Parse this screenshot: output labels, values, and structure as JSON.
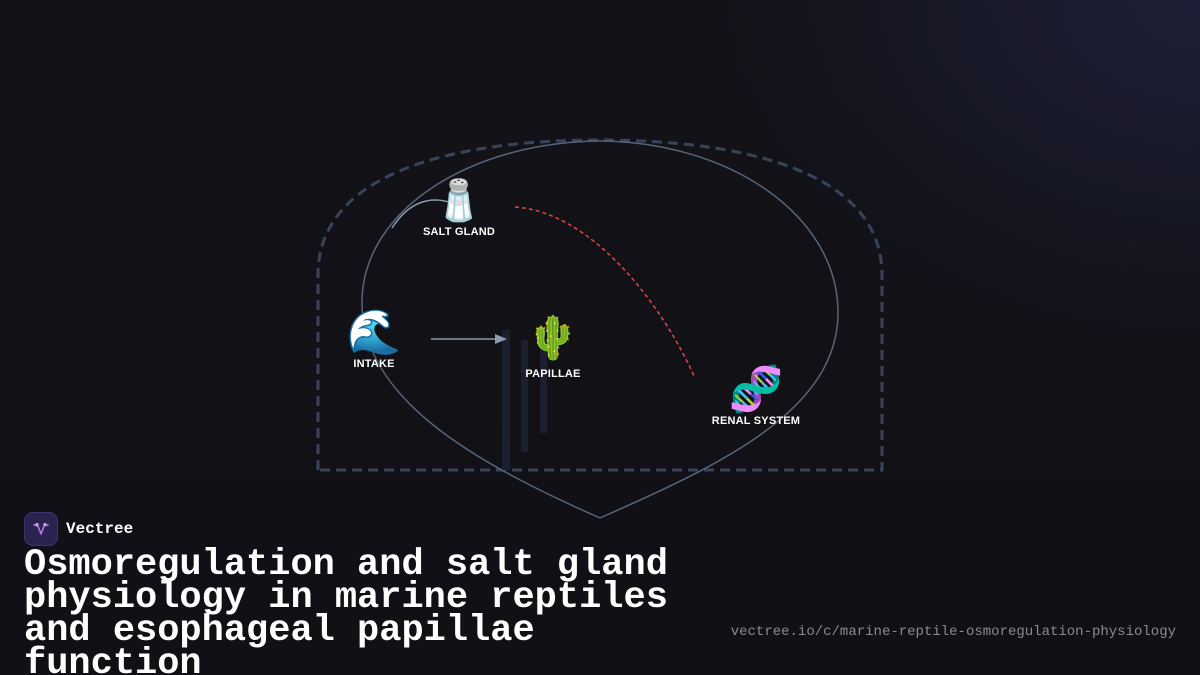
{
  "brand": {
    "name": "Vectree",
    "icon": "vectree-logo-icon"
  },
  "title": "Osmoregulation and salt gland\nphysiology in marine reptiles\nand esophageal papillae function",
  "url": "vectree.io/c/marine-reptile-osmoregulation-physiology",
  "diagram": {
    "nodes": [
      {
        "id": "salt-gland",
        "label": "SALT GLAND",
        "emoji": "🧂",
        "icon": "salt-shaker-icon"
      },
      {
        "id": "intake",
        "label": "INTAKE",
        "emoji": "🌊",
        "icon": "wave-icon"
      },
      {
        "id": "papillae",
        "label": "PAPILLAE",
        "emoji": "🌵",
        "icon": "cactus-icon"
      },
      {
        "id": "renal-system",
        "label": "RENAL SYSTEM",
        "emoji": "🧬",
        "icon": "dna-icon"
      }
    ],
    "edges": [
      {
        "from": "intake",
        "to": "papillae",
        "style": "solid-arrow"
      },
      {
        "from": "salt-gland",
        "to": "renal-system",
        "style": "dashed"
      }
    ],
    "colors": {
      "accent": "#e04848",
      "line": "#7f8ca3",
      "frame": "#3a4558",
      "background": "#111117"
    }
  }
}
